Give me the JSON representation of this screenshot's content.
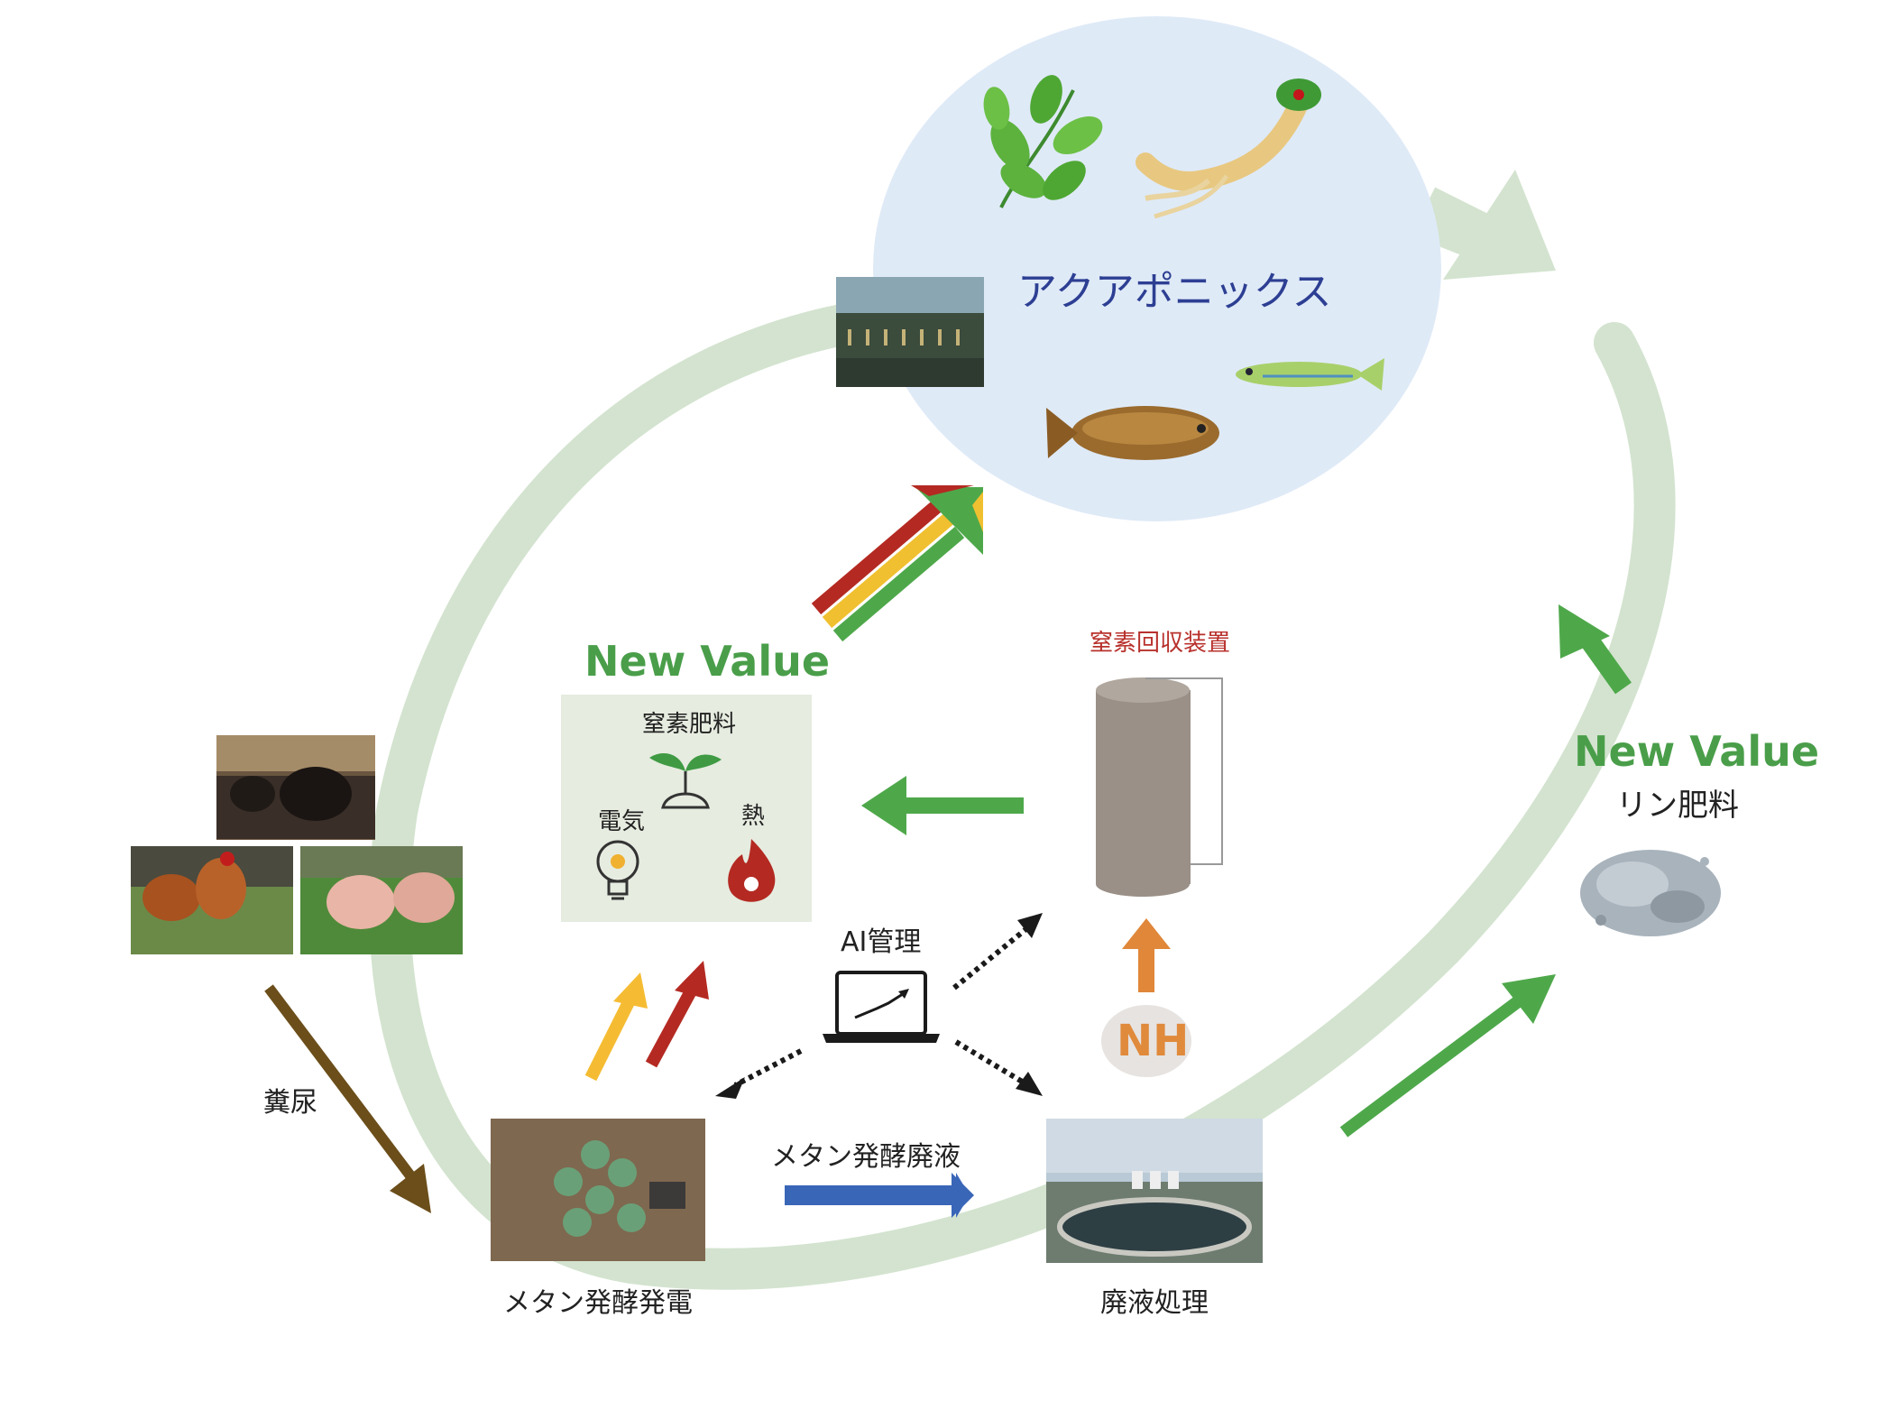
{
  "labels": {
    "aquaponics": "アクアポニックス",
    "new_value_left": "New Value",
    "new_value_right": "New Value",
    "nitrogen_fertilizer": "窒素肥料",
    "electricity": "電気",
    "heat": "熱",
    "nitrogen_recovery_device": "窒素回収装置",
    "phosphorus_fertilizer": "リン肥料",
    "ai_management": "AI管理",
    "nh": "NH",
    "manure": "糞尿",
    "methane_waste_liquid": "メタン発酵廃液",
    "methane_power": "メタン発酵発電",
    "wastewater_treatment": "廃液処理"
  },
  "colors": {
    "cycle_ring": "#d3e3cf",
    "aquaponics_circle": "#dfeaf7",
    "green_arrow": "#4ea84a",
    "red_arrow": "#b42a22",
    "yellow_arrow": "#f0c030",
    "blue_arrow": "#3a66b8",
    "brown_arrow": "#6b4e1a",
    "orange_arrow": "#e0873a",
    "new_value_text": "#4a9e4a",
    "aquaponics_text": "#2d3f93"
  },
  "icons": [
    "leaves-icon",
    "ginseng-icon",
    "fish-icon",
    "carp-icon",
    "sprout-icon",
    "lightbulb-icon",
    "flame-icon",
    "laptop-chart-icon",
    "cylinder-tank-icon",
    "powder-icon"
  ]
}
